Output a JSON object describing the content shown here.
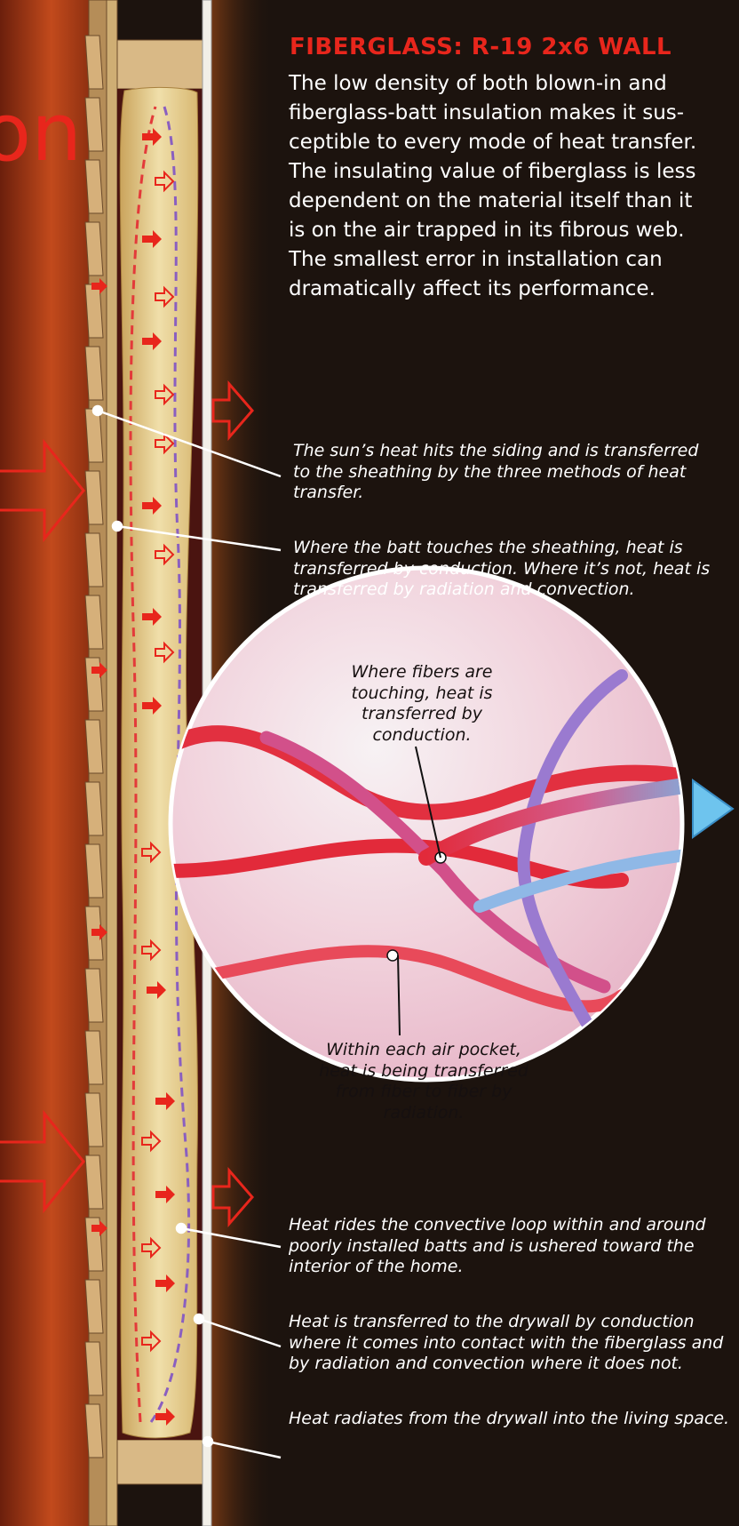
{
  "title": "FIBERGLASS: R-19 2x6 WALL",
  "intro": "The low density of both blown-in and fiberglass-batt insulation makes it sus-ceptible to every mode of heat transfer. The insulating value of fiberglass is less dependent on the material itself than it is on the air trapped in its fibrous web. The smallest error in installation can dramatically affect its performance.",
  "cropped_heading": "on",
  "callouts": {
    "sun_heat": "The sun’s heat hits the siding and is transferred to the sheathing by the three methods of heat transfer.",
    "batt_touch": "Where the batt touches the sheathing, heat is transferred by conduction. Where it’s not, heat is transferred by radiation and convection.",
    "fibers_touching": "Where fibers are touching, heat is transferred by conduction.",
    "air_pocket": "Within each air pocket, heat is being transferred from fiber to fiber by radiation.",
    "convective_loop": "Heat rides the convective loop within and around poorly installed batts and is ushered toward the interior of the home.",
    "drywall_conduction": "Heat is transferred to the drywall by conduction where it comes into contact with the fiberglass and by radiation and convection where it does not.",
    "drywall_radiates": "Heat radiates from the drywall into the living space."
  },
  "colors": {
    "background": "#1c130e",
    "accent_red": "#e8261c",
    "heat_blue": "#57b8e6",
    "fiberglass": "#e3c98c",
    "wood": "#c9a874"
  }
}
